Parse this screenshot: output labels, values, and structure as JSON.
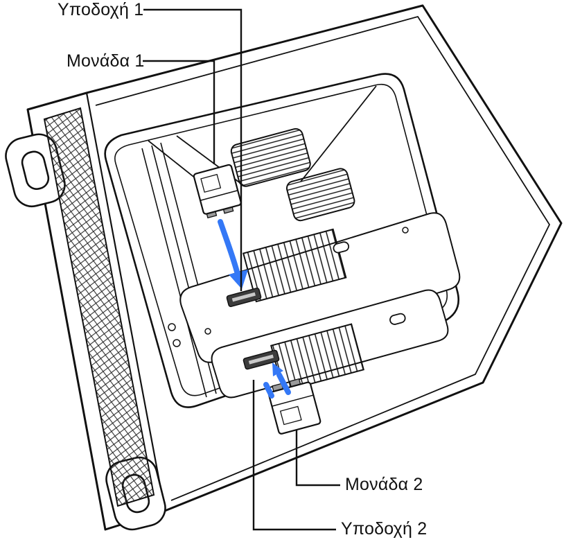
{
  "figure": {
    "background_color": "#ffffff",
    "line_color": "#111111",
    "accent_color": "#3478F6",
    "labels": {
      "slot1": "Υποδοχή 1",
      "module1": "Μονάδα 1",
      "module2": "Μονάδα 2",
      "slot2": "Υποδοχή 2"
    }
  }
}
